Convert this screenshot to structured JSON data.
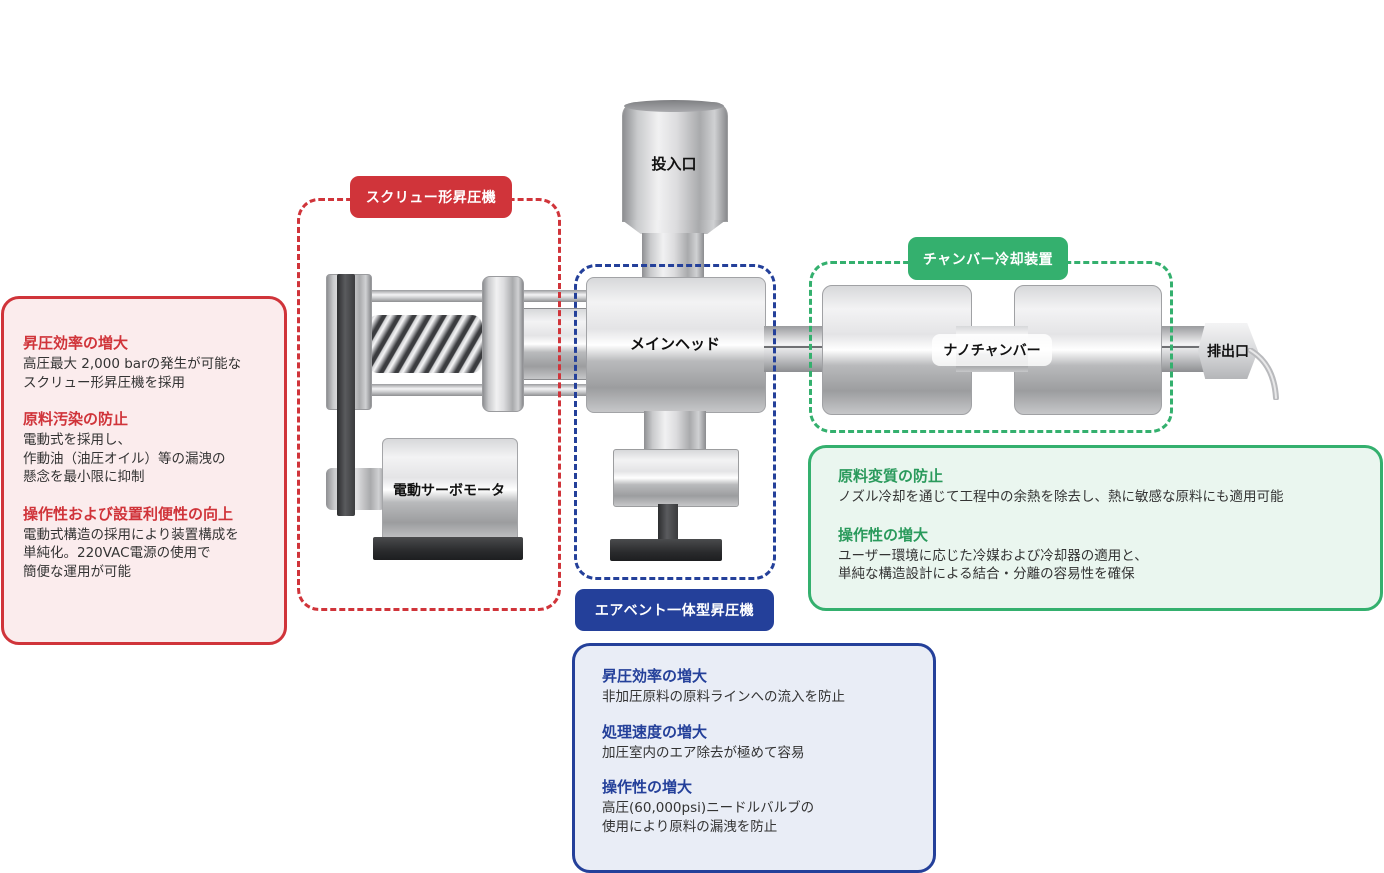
{
  "diagram": {
    "type": "equipment-layout",
    "colors": {
      "red": "#d0343a",
      "red_bg": "#fbeced",
      "blue": "#24409a",
      "blue_bg": "#e9edf6",
      "green": "#34b06e",
      "green_bg": "#eaf6ef"
    }
  },
  "groups": {
    "screw": {
      "badge": "スクリュー形昇圧機"
    },
    "airvent": {
      "badge": "エアベント一体型昇圧機"
    },
    "cooling": {
      "badge": "チャンバー冷却装置"
    }
  },
  "components": {
    "inlet": "投入口",
    "main_head": "メインヘッド",
    "servo_motor": "電動サーボモータ",
    "nano_chamber": "ナノチャンバー",
    "outlet": "排出口"
  },
  "info_boxes": {
    "screw": {
      "sections": [
        {
          "title": "昇圧効率の増大",
          "body": "高圧最大 2,000 barの発生が可能な\nスクリュー形昇圧機を採用"
        },
        {
          "title": "原料汚染の防止",
          "body": "電動式を採用し、\n作動油（油圧オイル）等の漏洩の\n懸念を最小限に抑制"
        },
        {
          "title": "操作性および設置利便性の向上",
          "body": "電動式構造の採用により装置構成を\n単純化。220VAC電源の使用で\n簡便な運用が可能"
        }
      ]
    },
    "cooling": {
      "sections": [
        {
          "title": "原料変質の防止",
          "body": "ノズル冷却を通じて工程中の余熱を除去し、熱に敏感な原料にも適用可能"
        },
        {
          "title": "操作性の増大",
          "body": "ユーザー環境に応じた冷媒および冷却器の適用と、\n単純な構造設計による結合・分離の容易性を確保"
        }
      ]
    },
    "airvent": {
      "sections": [
        {
          "title": "昇圧効率の増大",
          "body": "非加圧原料の原料ラインへの流入を防止"
        },
        {
          "title": "処理速度の増大",
          "body": "加圧室内のエア除去が極めて容易"
        },
        {
          "title": "操作性の増大",
          "body": "高圧(60,000psi)ニードルバルブの\n使用により原料の漏洩を防止"
        }
      ]
    }
  }
}
